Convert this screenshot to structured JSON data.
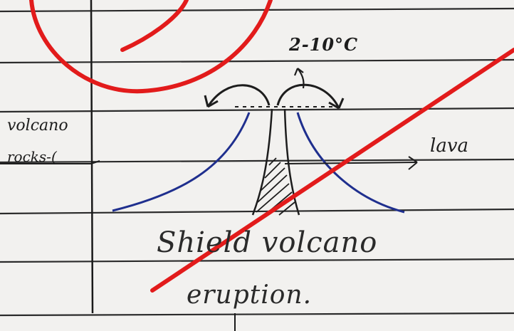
{
  "labels": {
    "temperature": "2-10°C",
    "left_label_line1": "volcano",
    "left_label_line2": "rocks-(",
    "right_label": "lava",
    "caption_line1": "Shield volcano",
    "caption_line2": "eruption."
  },
  "colors": {
    "paper": "#f2f1ef",
    "rule_line": "#2b2b2b",
    "ink_black": "#1d1d1d",
    "ink_blue": "#1f2f8e",
    "correction_red": "#e21b1b"
  }
}
